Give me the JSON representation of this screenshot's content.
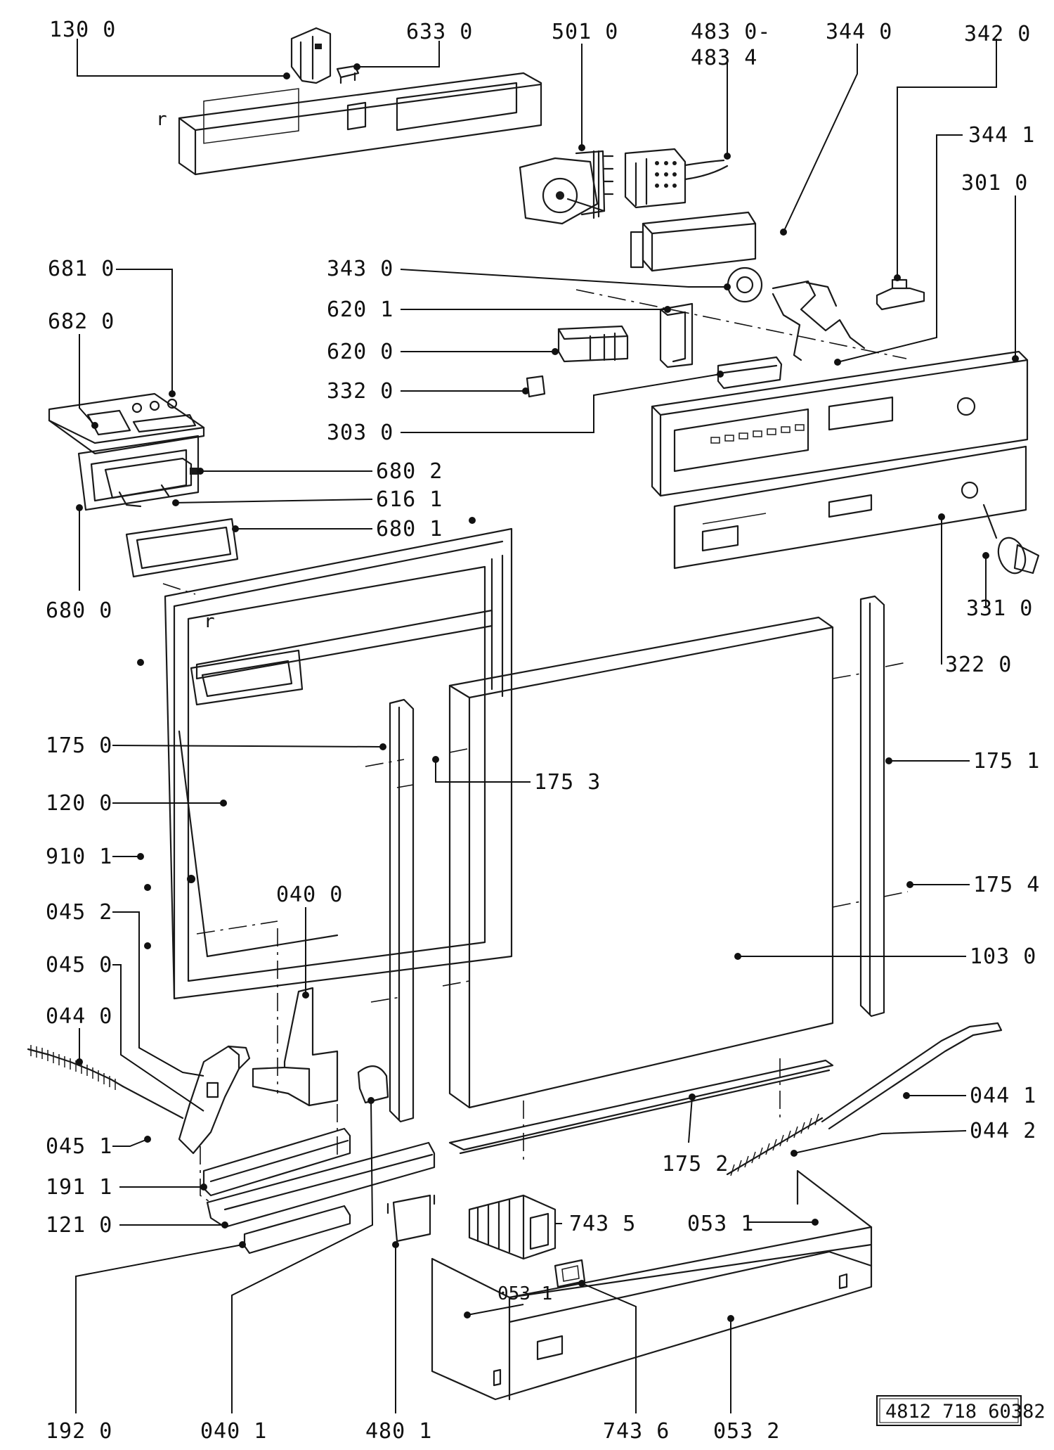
{
  "labels": {
    "l1300": "130 0",
    "l6330": "633 0",
    "l5010": "501 0",
    "l4830": "483 0-",
    "l4834": "483 4",
    "l3440": "344 0",
    "l3420": "342 0",
    "l3441": "344 1",
    "l3010": "301 0",
    "l6810": "681 0",
    "l6820": "682 0",
    "l3430": "343 0",
    "l6201": "620 1",
    "l6200": "620 0",
    "l3320": "332 0",
    "l3030": "303 0",
    "l6802": "680 2",
    "l6161": "616 1",
    "l6801": "680 1",
    "l6800": "680 0",
    "l3310": "331 0",
    "l3220": "322 0",
    "l1750": "175 0",
    "l1753": "175 3",
    "l1751": "175 1",
    "l1200": "120 0",
    "l9101": "910 1",
    "l0400": "040 0",
    "l1754": "175 4",
    "l0452": "045 2",
    "l0450": "045 0",
    "l1030": "103 0",
    "l0440": "044 0",
    "l0441": "044 1",
    "l0442": "044 2",
    "l0451": "045 1",
    "l1752": "175 2",
    "l1911": "191 1",
    "l1210": "121 0",
    "l7435": "743 5",
    "l0531a": "053 1",
    "l0531b": "053 1",
    "l1920": "192 0",
    "l0401": "040 1",
    "l4801": "480 1",
    "l7436": "743 6",
    "l0532": "053 2",
    "rmark1": "r",
    "rmark2": "r"
  },
  "reference_number": "4812 718 60382"
}
